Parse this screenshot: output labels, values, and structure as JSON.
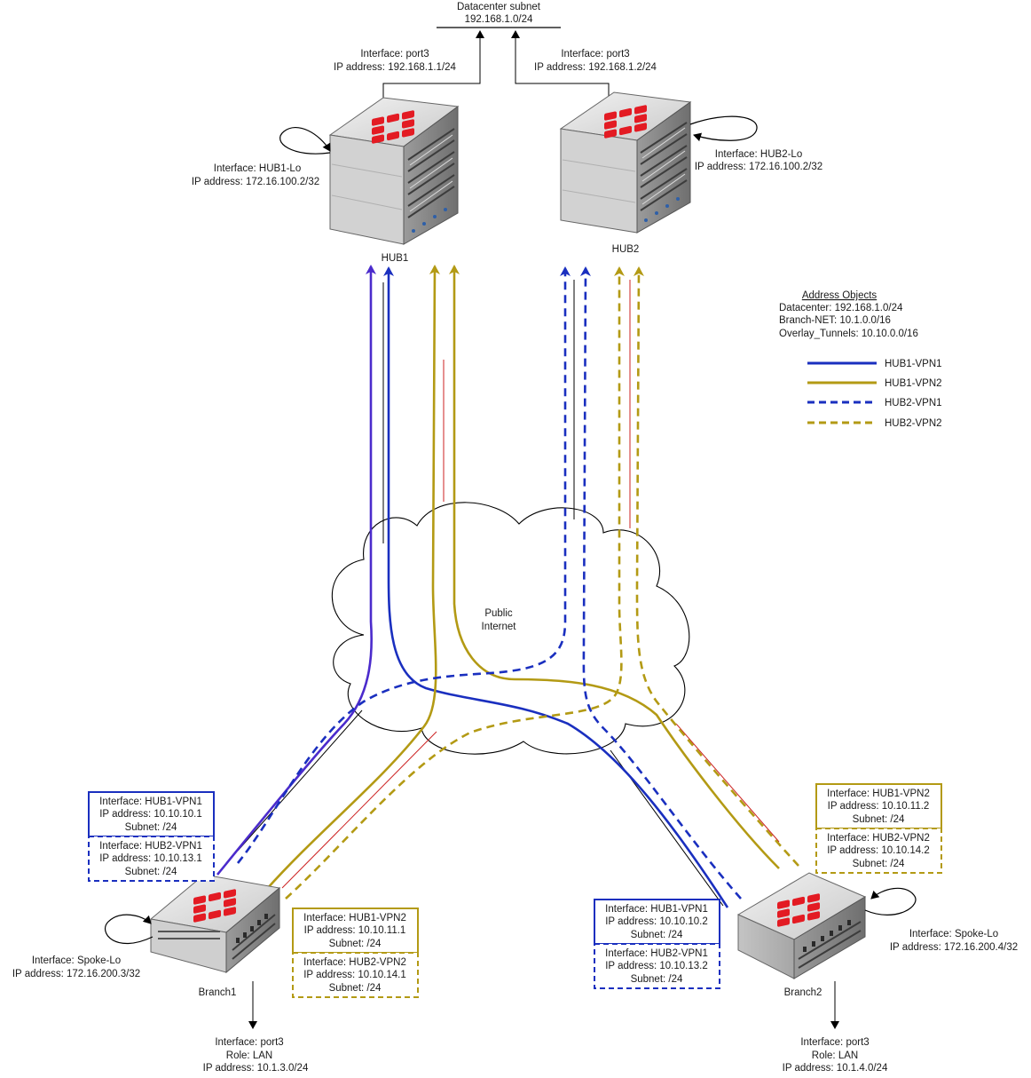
{
  "datacenter": {
    "title": "Datacenter subnet",
    "subnet": "192.168.1.0/24"
  },
  "hub1": {
    "name": "HUB1",
    "port3": {
      "interface": "Interface: port3",
      "ip": "IP address: 192.168.1.1/24"
    },
    "lo": {
      "interface": "Interface: HUB1-Lo",
      "ip": "IP address: 172.16.100.2/32"
    }
  },
  "hub2": {
    "name": "HUB2",
    "port3": {
      "interface": "Interface: port3",
      "ip": "IP address: 192.168.1.2/24"
    },
    "lo": {
      "interface": "Interface: HUB2-Lo",
      "ip": "IP address: 172.16.100.2/32"
    }
  },
  "address_objects": {
    "title": "Address Objects",
    "items": [
      "Datacenter: 192.168.1.0/24",
      "Branch-NET: 10.1.0.0/16",
      "Overlay_Tunnels: 10.10.0.0/16"
    ]
  },
  "legend": [
    {
      "label": "HUB1-VPN1",
      "color": "#1a2fbf",
      "style": "solid"
    },
    {
      "label": "HUB1-VPN2",
      "color": "#b39a14",
      "style": "solid"
    },
    {
      "label": "HUB2-VPN1",
      "color": "#1a2fbf",
      "style": "dashed"
    },
    {
      "label": "HUB2-VPN2",
      "color": "#b39a14",
      "style": "dashed"
    }
  ],
  "cloud": {
    "line1": "Public",
    "line2": "Internet"
  },
  "branch1": {
    "name": "Branch1",
    "lo": {
      "interface": "Interface: Spoke-Lo",
      "ip": "IP address: 172.16.200.3/32"
    },
    "lan": {
      "interface": "Interface: port3",
      "role": "Role: LAN",
      "ip": "IP address: 10.1.3.0/24"
    },
    "hub1_vpn1": {
      "interface": "Interface: HUB1-VPN1",
      "ip": "IP address: 10.10.10.1",
      "subnet": "Subnet: /24"
    },
    "hub2_vpn1": {
      "interface": "Interface: HUB2-VPN1",
      "ip": "IP address: 10.10.13.1",
      "subnet": "Subnet: /24"
    },
    "hub1_vpn2": {
      "interface": "Interface: HUB1-VPN2",
      "ip": "IP address: 10.10.11.1",
      "subnet": "Subnet: /24"
    },
    "hub2_vpn2": {
      "interface": "Interface: HUB2-VPN2",
      "ip": "IP address: 10.10.14.1",
      "subnet": "Subnet: /24"
    }
  },
  "branch2": {
    "name": "Branch2",
    "lo": {
      "interface": "Interface: Spoke-Lo",
      "ip": "IP address: 172.16.200.4/32"
    },
    "lan": {
      "interface": "Interface: port3",
      "role": "Role: LAN",
      "ip": "IP address: 10.1.4.0/24"
    },
    "hub1_vpn1": {
      "interface": "Interface: HUB1-VPN1",
      "ip": "IP address: 10.10.10.2",
      "subnet": "Subnet: /24"
    },
    "hub2_vpn1": {
      "interface": "Interface: HUB2-VPN1",
      "ip": "IP address: 10.10.13.2",
      "subnet": "Subnet: /24"
    },
    "hub1_vpn2": {
      "interface": "Interface: HUB1-VPN2",
      "ip": "IP address: 10.10.11.2",
      "subnet": "Subnet: /24"
    },
    "hub2_vpn2": {
      "interface": "Interface: HUB2-VPN2",
      "ip": "IP address: 10.10.14.2",
      "subnet": "Subnet: /24"
    }
  },
  "colors": {
    "vpn1": "#1a2fbf",
    "vpn1_purple": "#4b2bcc",
    "vpn2": "#b39a14",
    "logo": "#e31b23",
    "red_thin": "#cc2222"
  }
}
